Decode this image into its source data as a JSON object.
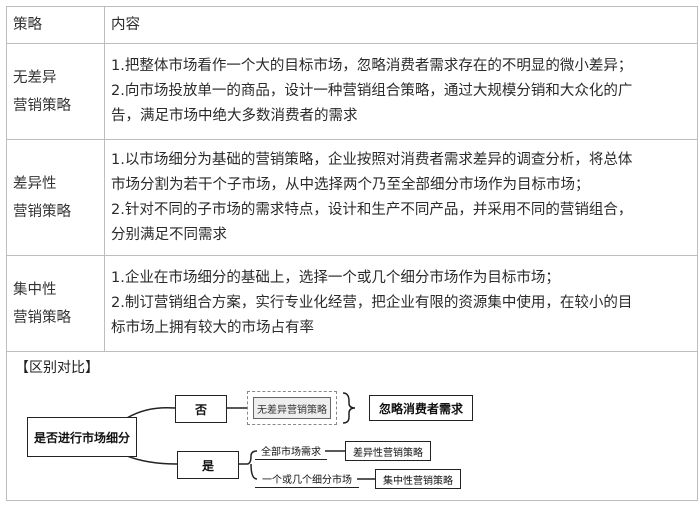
{
  "table": {
    "header": {
      "col1": "策略",
      "col2": "内容"
    },
    "rows": [
      {
        "label": [
          "无差异",
          "营销策略"
        ],
        "content": [
          "1.把整体市场看作一个大的目标市场，忽略消费者需求存在的不明显的微小差异；",
          "2.向市场投放单一的商品，设计一种营销组合策略，通过大规模分销和大众化的广",
          "告，满足市场中绝大多数消费者的需求"
        ]
      },
      {
        "label": [
          "差异性",
          "营销策略"
        ],
        "content": [
          "1.以市场细分为基础的营销策略，企业按照对消费者需求差异的调查分析，将总体",
          "市场分割为若干个子市场，从中选择两个乃至全部细分市场作为目标市场；",
          "2.针对不同的子市场的需求特点，设计和生产不同产品，并采用不同的营销组合，",
          "分别满足不同需求"
        ]
      },
      {
        "label": [
          "集中性",
          "营销策略"
        ],
        "content": [
          "1.企业在市场细分的基础上，选择一个或几个细分市场作为目标市场；",
          "2.制订营销组合方案，实行专业化经营，把企业有限的资源集中使用，在较小的目",
          "标市场上拥有较大的市场占有率"
        ]
      }
    ]
  },
  "compare": {
    "title": "【区别对比】",
    "mindmap": {
      "root": "是否进行市场细分",
      "no": "否",
      "no_strategy": "无差异营销策略",
      "no_result": "忽略消费者需求",
      "yes": "是",
      "yes_branches": [
        {
          "condition": "全部市场需求",
          "strategy": "差异性营销策略"
        },
        {
          "condition": "一个或几个细分市场",
          "strategy": "集中性营销策略"
        }
      ]
    }
  }
}
